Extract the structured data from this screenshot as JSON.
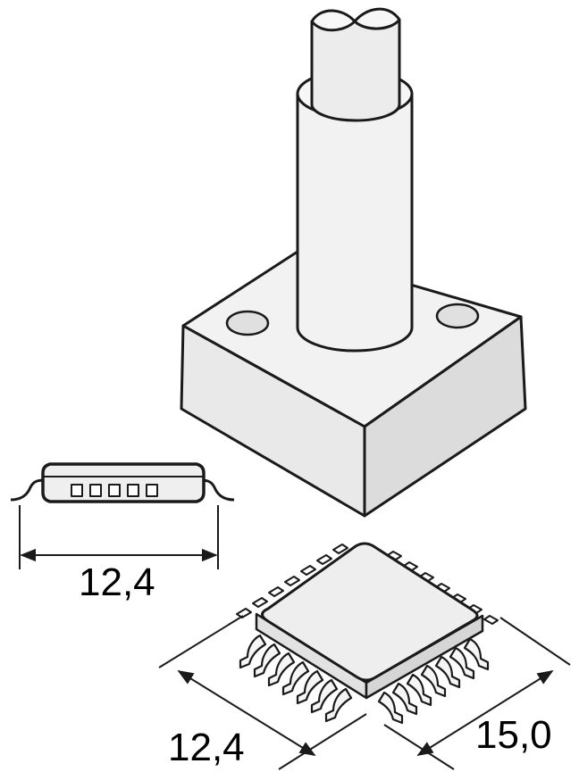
{
  "colors": {
    "outline": "#1a1a1a",
    "fill_light": "#f2f2f2",
    "fill_mid": "#e6e6e6",
    "fill_dark": "#d6d6d6",
    "background": "#ffffff"
  },
  "dimensions": {
    "side_view_width": "12,4",
    "front_width": "12,4",
    "front_depth": "15,0"
  }
}
